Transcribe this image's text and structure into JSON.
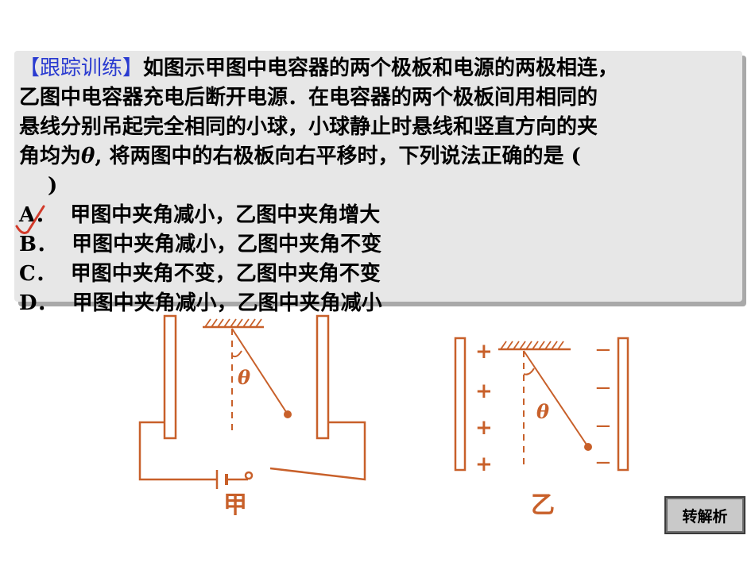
{
  "question": {
    "tag": "【跟踪训练】",
    "line1": "如图示甲图中电容器的两个极板和电源的两极相连，",
    "line2": "乙图中电容器充电后断开电源．在电容器的两个极板间用相同的",
    "line3": "悬线分别吊起完全相同的小球，小球静止时悬线和竖直方向的夹",
    "line4_a": "角均为",
    "theta": "θ",
    "line4_b": ", 将两图中的右极板向右平移时，下列说法正确的是 (",
    "line5": ")"
  },
  "options": [
    {
      "letter": "A",
      "text": "．  甲图中夹角减小，乙图中夹角增大"
    },
    {
      "letter": "B",
      "text": "．  甲图中夹角减小，乙图中夹角不变"
    },
    {
      "letter": "C",
      "text": "．  甲图中夹角不变，乙图中夹角不变"
    },
    {
      "letter": "D",
      "text": "．  甲图中夹角减小，乙图中夹角减小"
    }
  ],
  "figures": {
    "left_label": "甲",
    "right_label": "乙",
    "angle_symbol": "θ",
    "plus": "+",
    "minus": "−"
  },
  "colors": {
    "diagram": "#c8602a",
    "tag": "#2a3bd0",
    "check": "#d23a2a"
  },
  "button": {
    "label": "转解析"
  }
}
